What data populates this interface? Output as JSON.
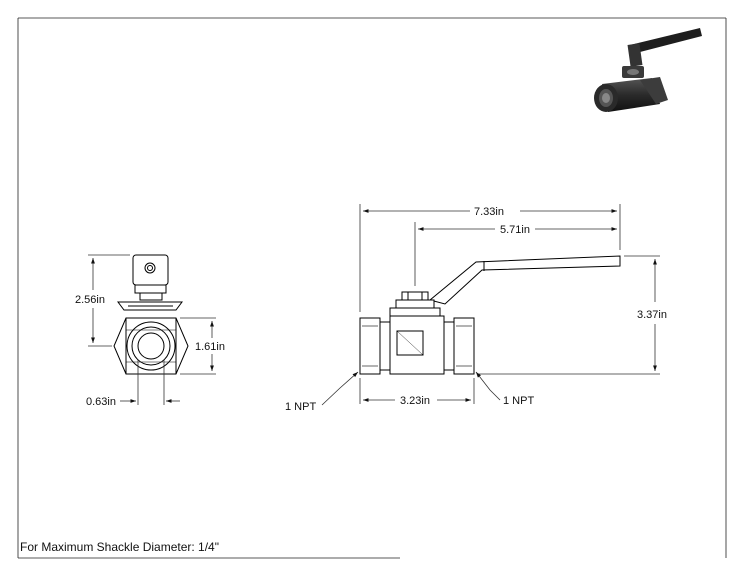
{
  "drawing": {
    "dimensions": {
      "front_height": "2.56in",
      "front_body": "1.61in",
      "front_port": "0.63in",
      "side_overall": "7.33in",
      "side_handle": "5.71in",
      "side_height": "3.37in",
      "side_body": "3.23in",
      "npt_left": "1 NPT",
      "npt_right": "1 NPT"
    },
    "note": "For Maximum Shackle Diameter: 1/4\"",
    "colors": {
      "line": "#000000",
      "dim_line": "#333333",
      "render_body": "#2b2b2b"
    }
  }
}
